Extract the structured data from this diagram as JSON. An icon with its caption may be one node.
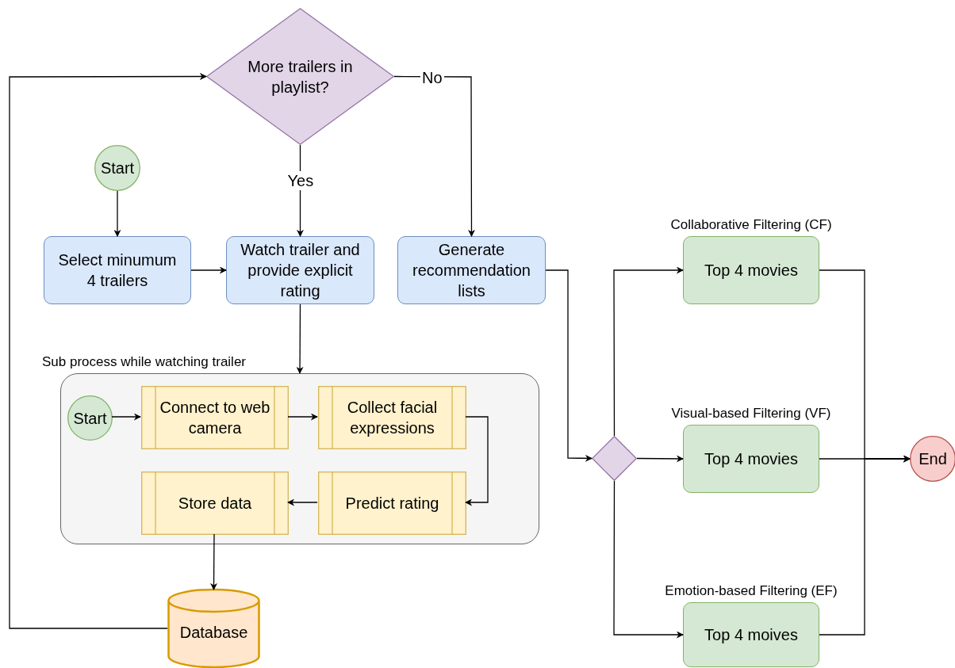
{
  "diagram": {
    "nodes": [
      {
        "text": [
          "More trailers in playlist?"
        ]
      },
      {
        "text": [
          "Start"
        ]
      },
      {
        "text": [
          "Select minumum 4 trailers"
        ]
      },
      {
        "text": [
          "Watch trailer and provide explicit rating"
        ]
      },
      {
        "text": [
          "Generate recommendation lists"
        ]
      },
      {
        "text": [
          "Sub process while watching trailer"
        ]
      },
      {
        "text": [
          "Start"
        ],
        "in": 5
      },
      {
        "text": [
          "Connect to web camera"
        ],
        "in": 5
      },
      {
        "text": [
          "Collect facial expressions"
        ],
        "in": 5
      },
      {
        "text": [
          "Store data"
        ],
        "in": 5
      },
      {
        "text": [
          "Predict rating"
        ],
        "in": 5
      },
      {
        "text": [
          "Database"
        ]
      },
      {
        "text": [],
        "shape": "diamond"
      },
      {
        "text": [
          "Collaborative Filtering (CF)",
          "Top 4 movies"
        ]
      },
      {
        "text": [
          "Visual-based Filtering (VF)",
          "Top 4 movies"
        ]
      },
      {
        "text": [
          "Emotion-based Filtering (EF)",
          "Top 4 moives"
        ]
      },
      {
        "text": [
          "End"
        ]
      }
    ],
    "edges": [
      {
        "from": 0,
        "to": 3,
        "arrow": "to",
        "label": "Yes"
      },
      {
        "from": 0,
        "to": 4,
        "arrow": "to",
        "label": "No"
      },
      {
        "from": 1,
        "to": 2,
        "arrow": "to"
      },
      {
        "from": 2,
        "to": 3,
        "arrow": "to"
      },
      {
        "from": 3,
        "to": 5,
        "arrow": "to"
      },
      {
        "from": 6,
        "to": 7,
        "arrow": "to"
      },
      {
        "from": 7,
        "to": 8,
        "arrow": "to"
      },
      {
        "from": 8,
        "to": 10,
        "arrow": "to"
      },
      {
        "from": 10,
        "to": 9,
        "arrow": "to"
      },
      {
        "from": 9,
        "to": 11,
        "arrow": "to"
      },
      {
        "from": 11,
        "to": 0,
        "arrow": "to"
      },
      {
        "from": 4,
        "to": 12,
        "arrow": "to"
      },
      {
        "from": 12,
        "to": 13,
        "arrow": "to"
      },
      {
        "from": 12,
        "to": 14,
        "arrow": "to"
      },
      {
        "from": 12,
        "to": 15,
        "arrow": "to"
      },
      {
        "from": 13,
        "to": 16,
        "arrow": "to"
      },
      {
        "from": 14,
        "to": 16,
        "arrow": "to"
      },
      {
        "from": 15,
        "to": 16,
        "arrow": "to"
      }
    ]
  }
}
